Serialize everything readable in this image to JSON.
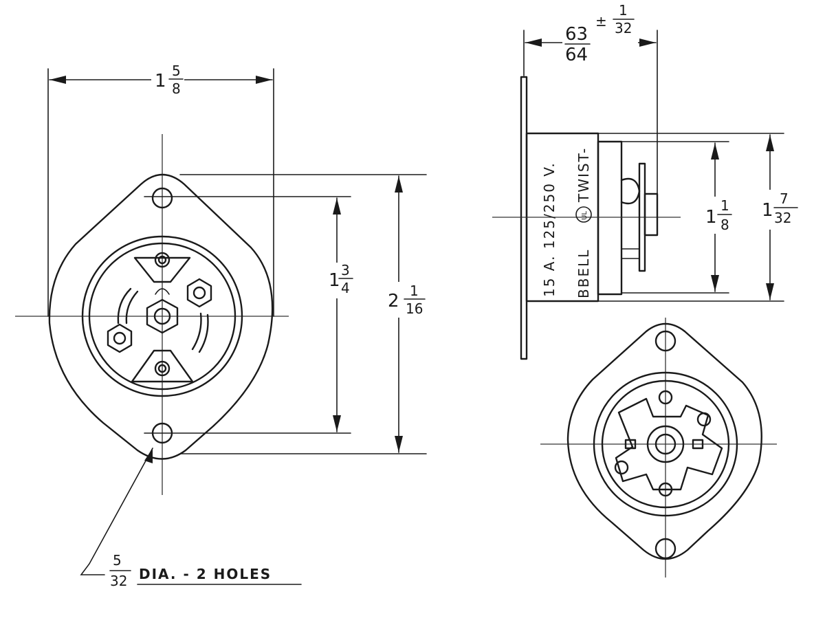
{
  "dimensions": {
    "front_width": {
      "whole": "1",
      "num": "5",
      "den": "8"
    },
    "mount_hole_spacing": {
      "whole": "1",
      "num": "3",
      "den": "4"
    },
    "overall_height": {
      "whole": "2",
      "num": "1",
      "den": "16"
    },
    "side_depth": {
      "num": "63",
      "den": "64",
      "tolerance_sign": "±",
      "tol_num": "1",
      "tol_den": "32"
    },
    "side_body_height": {
      "whole": "1",
      "num": "1",
      "den": "8"
    },
    "side_overall_height": {
      "whole": "1",
      "num": "7",
      "den": "32"
    }
  },
  "hole_note": {
    "num": "5",
    "den": "32",
    "text": "DIA. - 2 HOLES"
  },
  "side_marking": {
    "line1": "15 A. 125/250 V.",
    "line2_a": "BBELL",
    "line2_symbol": "UL",
    "line2_b": "TWIST-"
  }
}
